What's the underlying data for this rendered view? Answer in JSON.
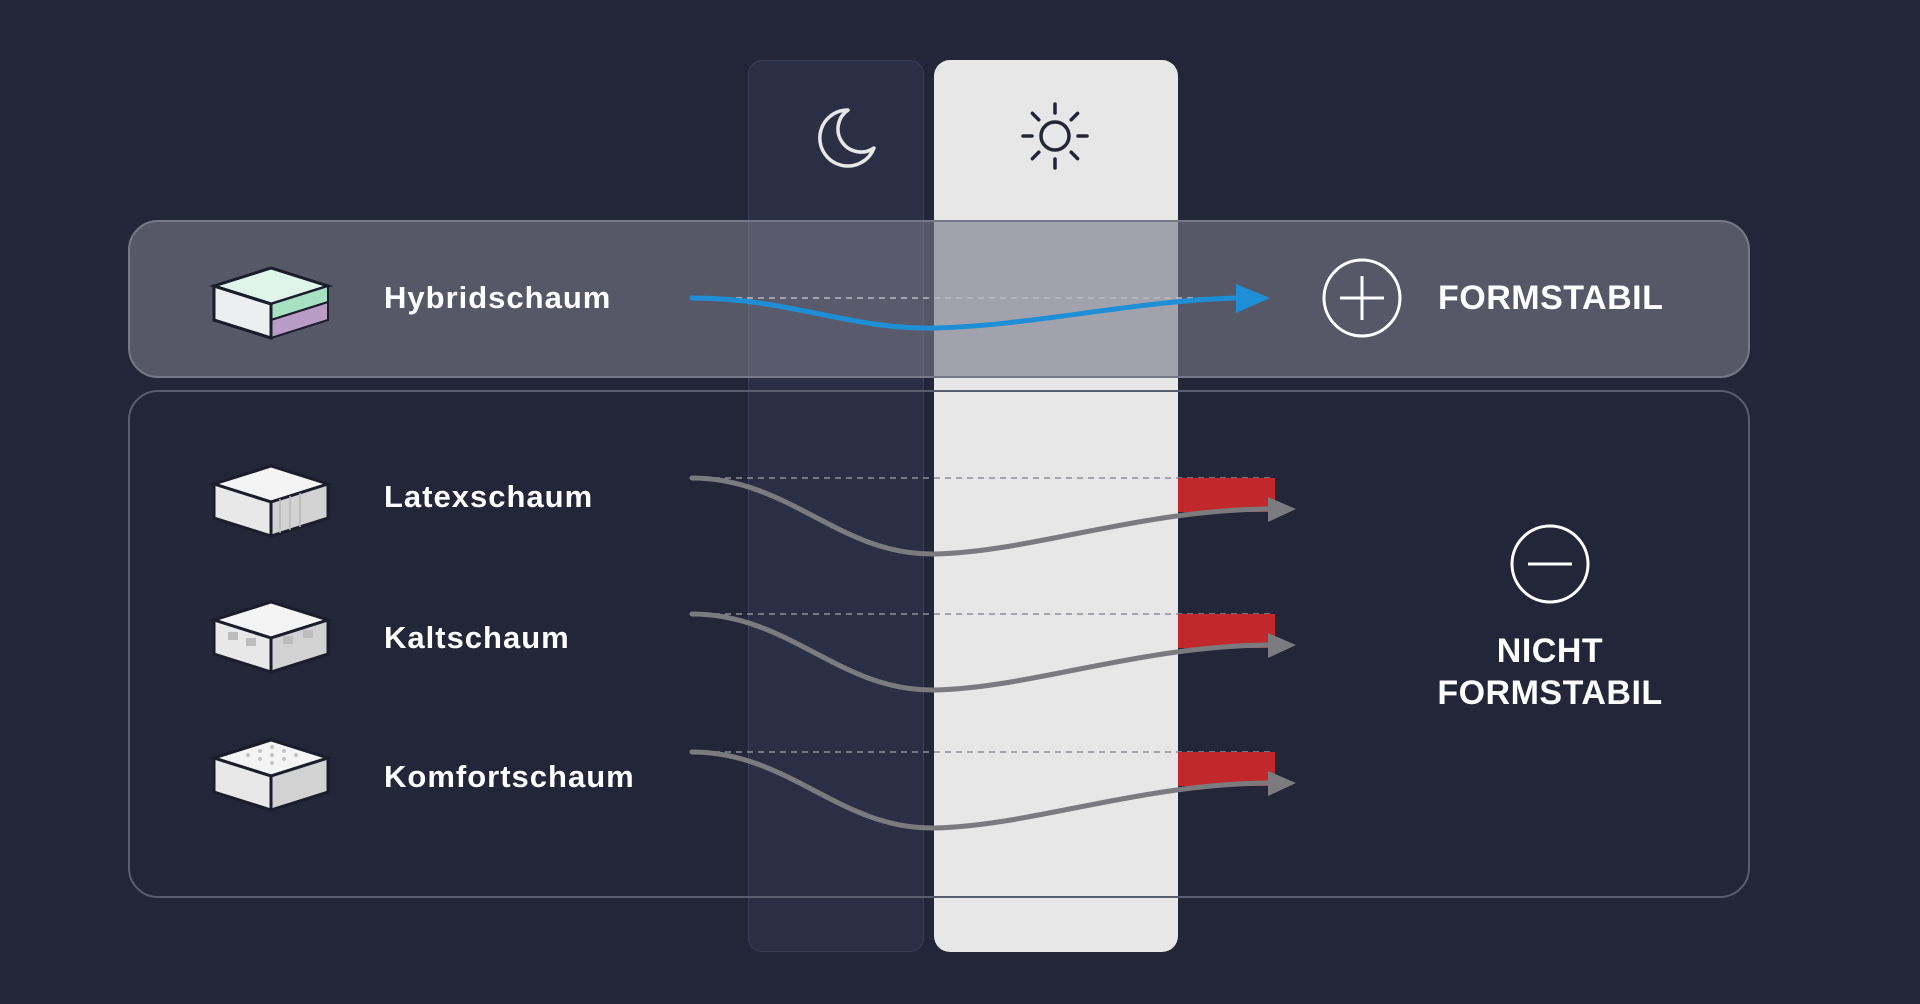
{
  "materials": {
    "hybrid": {
      "label": "Hybridschaum",
      "icon": "hybrid-foam-block-icon"
    },
    "latex": {
      "label": "Latexschaum",
      "icon": "latex-foam-block-icon"
    },
    "kalt": {
      "label": "Kaltschaum",
      "icon": "cold-foam-block-icon"
    },
    "komfort": {
      "label": "Komfortschaum",
      "icon": "comfort-foam-block-icon"
    }
  },
  "status": {
    "positive": {
      "label": "FORMSTABIL",
      "icon": "plus-circle-icon"
    },
    "negative": {
      "line1": "NICHT",
      "line2": "FORMSTABIL",
      "icon": "minus-circle-icon"
    }
  },
  "columns": {
    "night": {
      "icon": "moon-icon"
    },
    "day": {
      "icon": "sun-icon"
    }
  },
  "colors": {
    "background": "#232538",
    "positive_arrow": "#1e8fd6",
    "negative_arrow": "#7b7b7f",
    "deformation_bar": "#c0282b",
    "night_column": "#2b2f45",
    "day_column": "#e7e7e8"
  }
}
